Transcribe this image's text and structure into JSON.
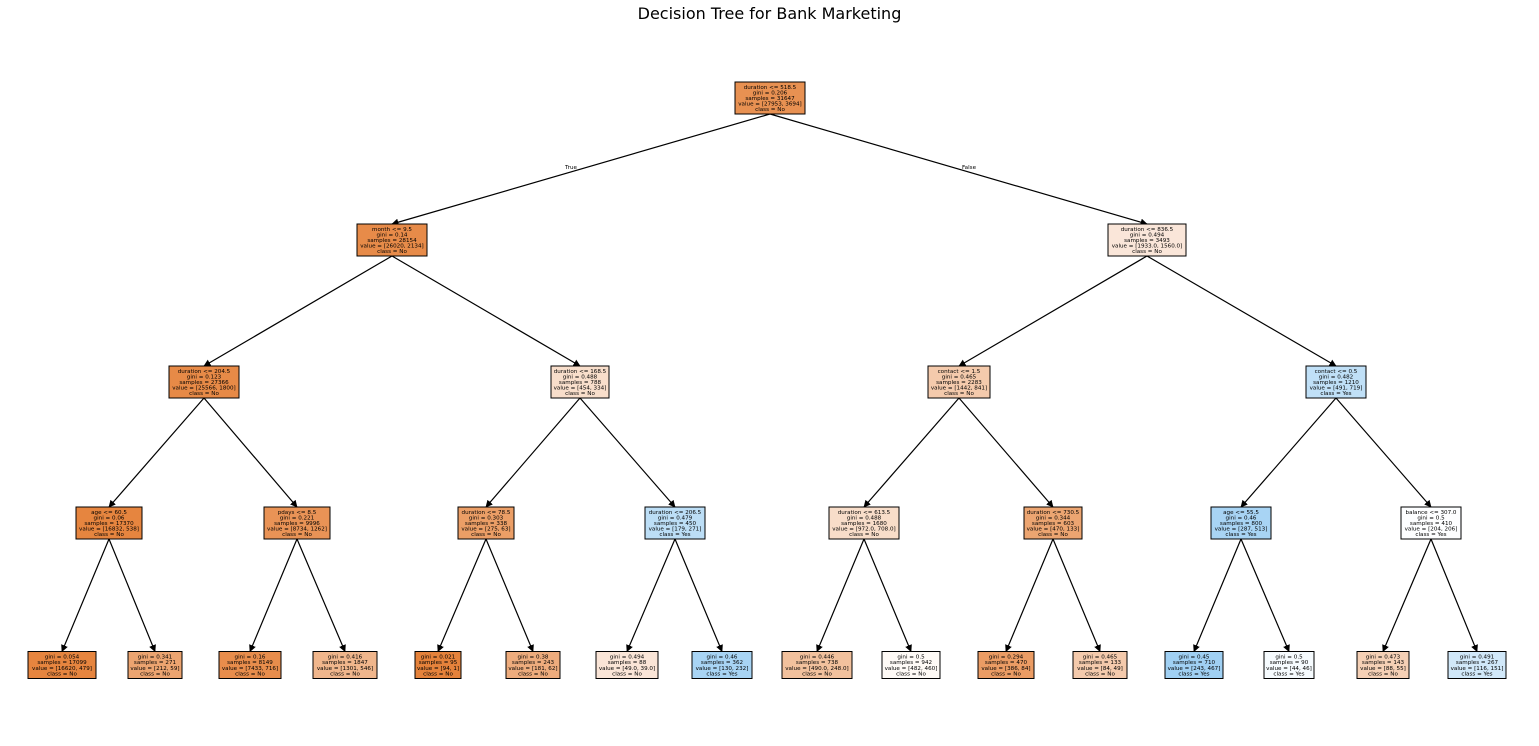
{
  "title": "Decision Tree for Bank Marketing",
  "edge_labels": {
    "true": "True",
    "false": "False"
  },
  "colors": {
    "no_strong": "#e58139",
    "yes_strong": "#399de5",
    "neutral": "#ffffff"
  },
  "nodes": [
    {
      "id": "n0",
      "lines": [
        "duration <= 518.5",
        "gini = 0.206",
        "samples = 31647",
        "value = [27953, 3694]",
        "class = No"
      ],
      "fill": "#e89152"
    },
    {
      "id": "n1",
      "lines": [
        "month <= 9.5",
        "gini = 0.14",
        "samples = 28154",
        "value = [26020, 2134]",
        "class = No"
      ],
      "fill": "#e78b49"
    },
    {
      "id": "n2",
      "lines": [
        "duration <= 836.5",
        "gini = 0.494",
        "samples = 3493",
        "value = [1933.0, 1560.0]",
        "class = No"
      ],
      "fill": "#fae6d9"
    },
    {
      "id": "n3",
      "lines": [
        "duration <= 204.5",
        "gini = 0.123",
        "samples = 27366",
        "value = [25566, 1800]",
        "class = No"
      ],
      "fill": "#e78a47"
    },
    {
      "id": "n4",
      "lines": [
        "duration <= 168.5",
        "gini = 0.488",
        "samples = 788",
        "value = [454, 334]",
        "class = No"
      ],
      "fill": "#f8decb"
    },
    {
      "id": "n5",
      "lines": [
        "contact <= 1.5",
        "gini = 0.465",
        "samples = 2283",
        "value = [1442, 841]",
        "class = No"
      ],
      "fill": "#f4caac"
    },
    {
      "id": "n6",
      "lines": [
        "contact <= 0.5",
        "gini = 0.482",
        "samples = 1210",
        "value = [491, 719]",
        "class = Yes"
      ],
      "fill": "#c0e0f7"
    },
    {
      "id": "n7",
      "lines": [
        "age <= 60.5",
        "gini = 0.06",
        "samples = 17370",
        "value = [16832, 538]",
        "class = No"
      ],
      "fill": "#e6853f"
    },
    {
      "id": "n8",
      "lines": [
        "pdays <= 8.5",
        "gini = 0.221",
        "samples = 9996",
        "value = [8734, 1262]",
        "class = No"
      ],
      "fill": "#e99356"
    },
    {
      "id": "n9",
      "lines": [
        "duration <= 78.5",
        "gini = 0.303",
        "samples = 338",
        "value = [275, 63]",
        "class = No"
      ],
      "fill": "#eb9e66"
    },
    {
      "id": "n10",
      "lines": [
        "duration <= 206.5",
        "gini = 0.479",
        "samples = 450",
        "value = [179, 271]",
        "class = Yes"
      ],
      "fill": "#bcdef6"
    },
    {
      "id": "n11",
      "lines": [
        "duration <= 613.5",
        "gini = 0.488",
        "samples = 1680",
        "value = [972.0, 708.0]",
        "class = No"
      ],
      "fill": "#f8ddc9"
    },
    {
      "id": "n12",
      "lines": [
        "duration <= 730.5",
        "gini = 0.344",
        "samples = 603",
        "value = [470, 133]",
        "class = No"
      ],
      "fill": "#eca571"
    },
    {
      "id": "n13",
      "lines": [
        "age <= 55.5",
        "gini = 0.46",
        "samples = 800",
        "value = [287, 513]",
        "class = Yes"
      ],
      "fill": "#a8d4f4"
    },
    {
      "id": "n14",
      "lines": [
        "balance <= 307.0",
        "gini = 0.5",
        "samples = 410",
        "value = [204, 206]",
        "class = Yes"
      ],
      "fill": "#fdfeff"
    },
    {
      "id": "n15",
      "lines": [
        "gini = 0.054",
        "samples = 17099",
        "value = [16620, 479]",
        "class = No"
      ],
      "fill": "#e6853f"
    },
    {
      "id": "n16",
      "lines": [
        "gini = 0.341",
        "samples = 271",
        "value = [212, 59]",
        "class = No"
      ],
      "fill": "#eca470"
    },
    {
      "id": "n17",
      "lines": [
        "gini = 0.16",
        "samples = 8149",
        "value = [7433, 716]",
        "class = No"
      ],
      "fill": "#e88d4c"
    },
    {
      "id": "n18",
      "lines": [
        "gini = 0.416",
        "samples = 1847",
        "value = [1301, 546]",
        "class = No"
      ],
      "fill": "#f0b68c"
    },
    {
      "id": "n19",
      "lines": [
        "gini = 0.021",
        "samples = 95",
        "value = [94, 1]",
        "class = No"
      ],
      "fill": "#e5823b"
    },
    {
      "id": "n20",
      "lines": [
        "gini = 0.38",
        "samples = 243",
        "value = [181, 62]",
        "class = No"
      ],
      "fill": "#eeac7d"
    },
    {
      "id": "n21",
      "lines": [
        "gini = 0.494",
        "samples = 88",
        "value = [49.0, 39.0]",
        "class = No"
      ],
      "fill": "#fae5d7"
    },
    {
      "id": "n22",
      "lines": [
        "gini = 0.46",
        "samples = 362",
        "value = [130, 232]",
        "class = Yes"
      ],
      "fill": "#a8d4f4"
    },
    {
      "id": "n23",
      "lines": [
        "gini = 0.446",
        "samples = 738",
        "value = [490.0, 248.0]",
        "class = No"
      ],
      "fill": "#f2c19d"
    },
    {
      "id": "n24",
      "lines": [
        "gini = 0.5",
        "samples = 942",
        "value = [482, 460]",
        "class = No"
      ],
      "fill": "#fefaf6"
    },
    {
      "id": "n25",
      "lines": [
        "gini = 0.294",
        "samples = 470",
        "value = [386, 84]",
        "class = No"
      ],
      "fill": "#eb9c64"
    },
    {
      "id": "n26",
      "lines": [
        "gini = 0.465",
        "samples = 133",
        "value = [84, 49]",
        "class = No"
      ],
      "fill": "#f4caac"
    },
    {
      "id": "n27",
      "lines": [
        "gini = 0.45",
        "samples = 710",
        "value = [243, 467]",
        "class = Yes"
      ],
      "fill": "#a0d0f3"
    },
    {
      "id": "n28",
      "lines": [
        "gini = 0.5",
        "samples = 90",
        "value = [44, 46]",
        "class = Yes"
      ],
      "fill": "#f6fbfe"
    },
    {
      "id": "n29",
      "lines": [
        "gini = 0.473",
        "samples = 143",
        "value = [88, 55]",
        "class = No"
      ],
      "fill": "#f5d0b5"
    },
    {
      "id": "n30",
      "lines": [
        "gini = 0.491",
        "samples = 267",
        "value = [116, 151]",
        "class = Yes"
      ],
      "fill": "#d1e8f9"
    }
  ],
  "edges": [
    [
      "n0",
      "n1"
    ],
    [
      "n0",
      "n2"
    ],
    [
      "n1",
      "n3"
    ],
    [
      "n1",
      "n4"
    ],
    [
      "n2",
      "n5"
    ],
    [
      "n2",
      "n6"
    ],
    [
      "n3",
      "n7"
    ],
    [
      "n3",
      "n8"
    ],
    [
      "n4",
      "n9"
    ],
    [
      "n4",
      "n10"
    ],
    [
      "n5",
      "n11"
    ],
    [
      "n5",
      "n12"
    ],
    [
      "n6",
      "n13"
    ],
    [
      "n6",
      "n14"
    ],
    [
      "n7",
      "n15"
    ],
    [
      "n7",
      "n16"
    ],
    [
      "n8",
      "n17"
    ],
    [
      "n8",
      "n18"
    ],
    [
      "n9",
      "n19"
    ],
    [
      "n9",
      "n20"
    ],
    [
      "n10",
      "n21"
    ],
    [
      "n10",
      "n22"
    ],
    [
      "n11",
      "n23"
    ],
    [
      "n11",
      "n24"
    ],
    [
      "n12",
      "n25"
    ],
    [
      "n12",
      "n26"
    ],
    [
      "n13",
      "n27"
    ],
    [
      "n13",
      "n28"
    ],
    [
      "n14",
      "n29"
    ],
    [
      "n14",
      "n30"
    ]
  ]
}
